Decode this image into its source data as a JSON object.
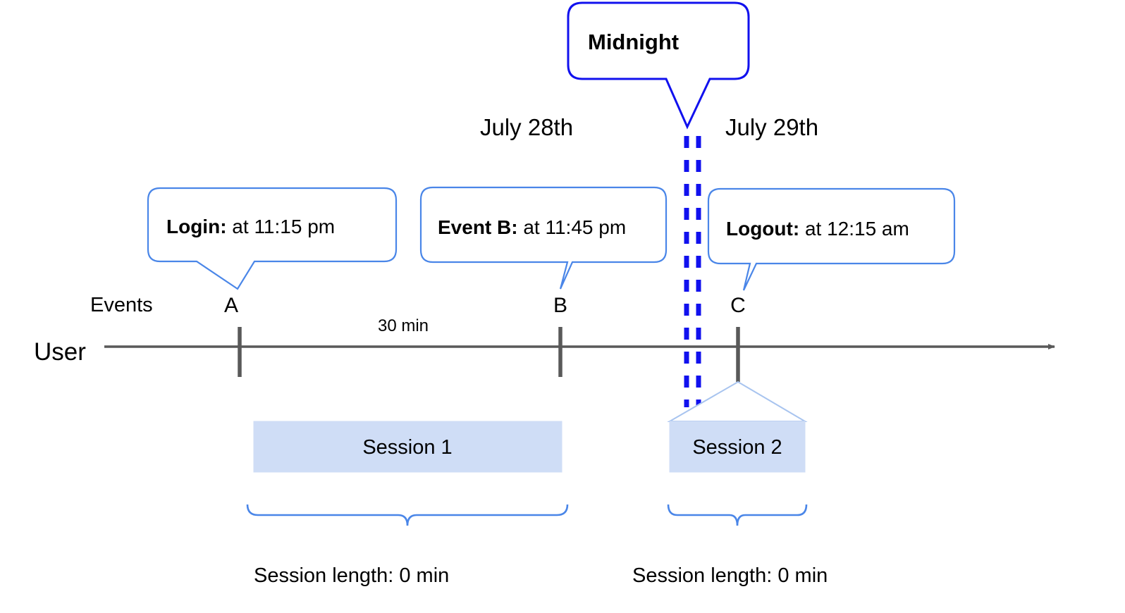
{
  "diagram": {
    "title_callout": {
      "label": "Midnight"
    },
    "dates": {
      "left": "July 28th",
      "right": "July 29th"
    },
    "row_labels": {
      "events": "Events",
      "user": "User"
    },
    "event_callouts": [
      {
        "name": "login-callout",
        "bold": "Login:",
        "rest": " at 11:15 pm"
      },
      {
        "name": "event-b-callout",
        "bold": "Event B:",
        "rest": " at 11:45 pm"
      },
      {
        "name": "logout-callout",
        "bold": "Logout:",
        "rest": " at 12:15 am"
      }
    ],
    "event_markers": [
      {
        "label": "A"
      },
      {
        "label": "B"
      },
      {
        "label": "C"
      }
    ],
    "duration_annotation": "30 min",
    "sessions": [
      {
        "label": "Session 1",
        "length_label": "Session length: 0 min"
      },
      {
        "label": "Session 2",
        "length_label": "Session length: 0 min"
      }
    ],
    "colors": {
      "midnight_blue": "#1111ee",
      "callout_blue": "#4a86e8",
      "session_fill": "#cfddf6",
      "session_edge": "#a8c4ef",
      "axis_gray": "#595959",
      "text_black": "#000000"
    }
  }
}
